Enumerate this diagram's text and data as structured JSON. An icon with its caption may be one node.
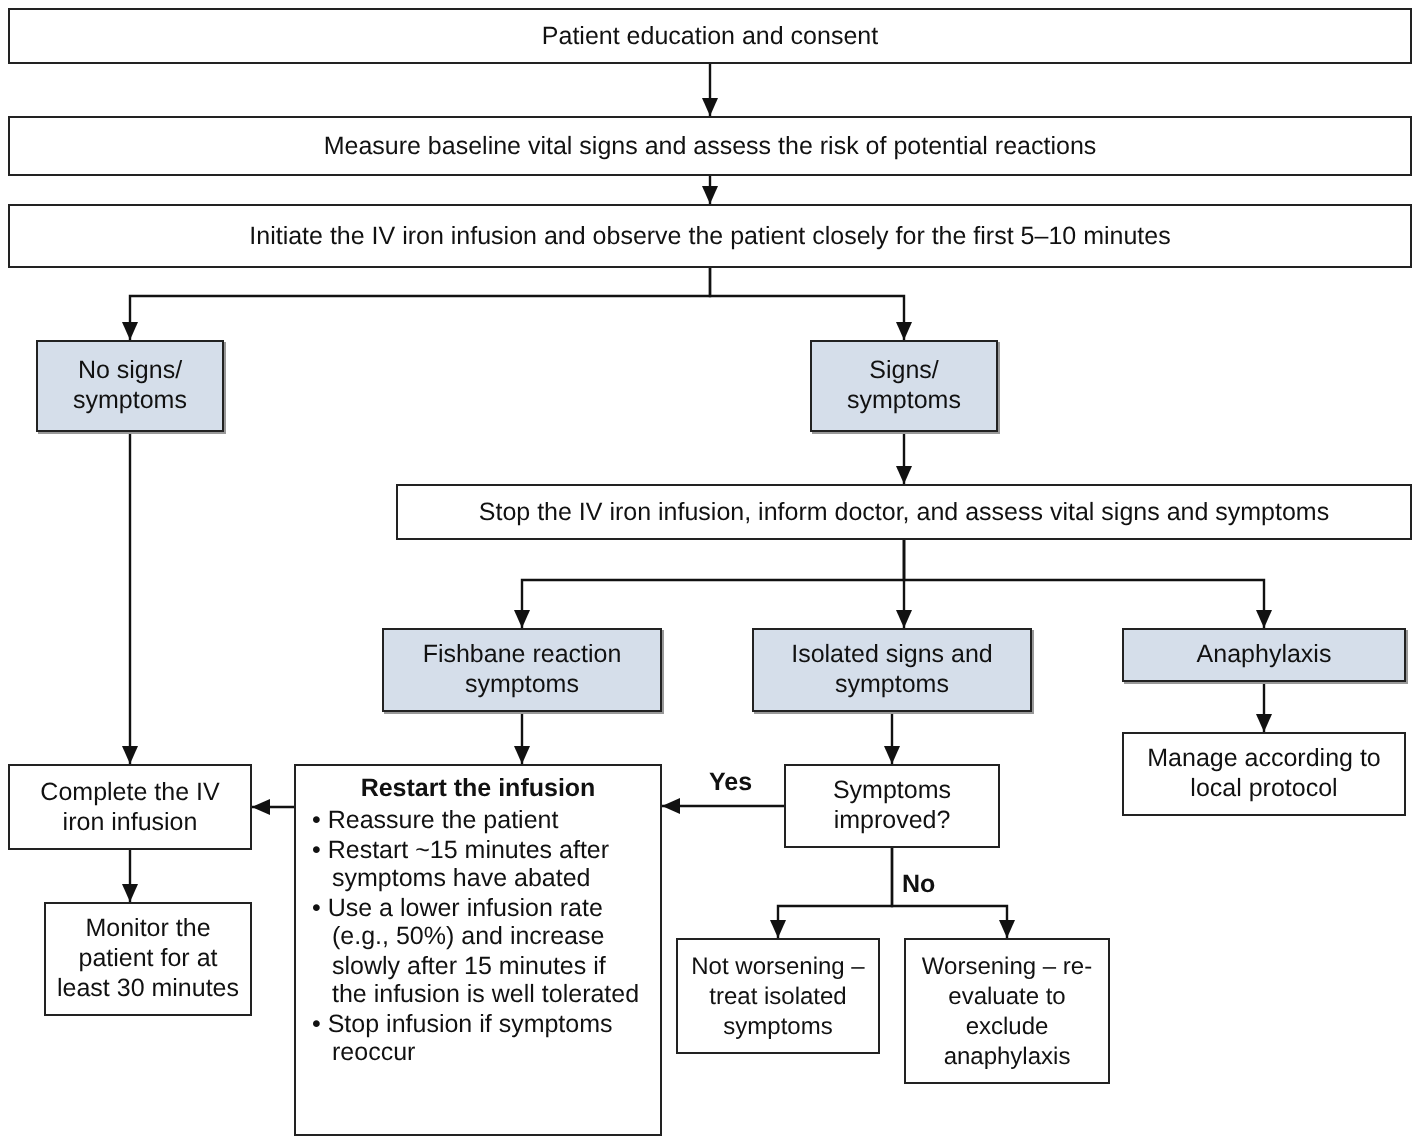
{
  "diagram": {
    "nodes": [
      {
        "text": [
          "Patient education and consent"
        ]
      },
      {
        "text": [
          "Measure baseline vital signs and assess the risk of potential reactions"
        ]
      },
      {
        "text": [
          "Initiate the IV iron infusion and observe the patient closely for the first 5–10 minutes"
        ]
      },
      {
        "text": [
          "No signs/ symptoms"
        ]
      },
      {
        "text": [
          "Signs/ symptoms"
        ]
      },
      {
        "text": [
          "Stop the IV iron infusion, inform doctor, and assess vital signs and symptoms"
        ]
      },
      {
        "text": [
          "Fishbane reaction symptoms"
        ]
      },
      {
        "text": [
          "Isolated signs and symptoms"
        ]
      },
      {
        "text": [
          "Anaphylaxis"
        ]
      },
      {
        "text": [
          "Complete the IV iron infusion"
        ]
      },
      {
        "text": [
          "Restart the infusion",
          "• Reassure the patient",
          "• Restart ~15 minutes after symptoms have abated",
          "• Use a lower infusion rate (e.g., 50%) and increase slowly after 15 minutes if the infusion is well tolerated",
          "• Stop infusion if symptoms reoccur"
        ]
      },
      {
        "text": [
          "Symptoms improved?"
        ]
      },
      {
        "text": [
          "Manage according to local protocol"
        ]
      },
      {
        "text": [
          "Monitor the patient for at least 30 minutes"
        ]
      },
      {
        "text": [
          "Not worsening – treat isolated symptoms"
        ]
      },
      {
        "text": [
          "Worsening – re-evaluate to exclude anaphylaxis"
        ]
      }
    ],
    "edges": [
      {
        "from": 0,
        "to": 1,
        "arrow": "to"
      },
      {
        "from": 1,
        "to": 2,
        "arrow": "to"
      },
      {
        "from": 2,
        "to": 3,
        "arrow": "to"
      },
      {
        "from": 2,
        "to": 4,
        "arrow": "to"
      },
      {
        "from": 4,
        "to": 5,
        "arrow": "to"
      },
      {
        "from": 5,
        "to": 6,
        "arrow": "to"
      },
      {
        "from": 5,
        "to": 7,
        "arrow": "to"
      },
      {
        "from": 5,
        "to": 8,
        "arrow": "to"
      },
      {
        "from": 3,
        "to": 9,
        "arrow": "to"
      },
      {
        "from": 6,
        "to": 10,
        "arrow": "to"
      },
      {
        "from": 7,
        "to": 11,
        "arrow": "to"
      },
      {
        "from": 8,
        "to": 12,
        "arrow": "to"
      },
      {
        "from": 11,
        "to": 10,
        "arrow": "to",
        "label": "Yes"
      },
      {
        "from": 10,
        "to": 9,
        "arrow": "to"
      },
      {
        "from": 9,
        "to": 13,
        "arrow": "to"
      },
      {
        "from": 11,
        "to": 14,
        "arrow": "to",
        "label": "No"
      },
      {
        "from": 11,
        "to": 15,
        "arrow": "to"
      }
    ]
  }
}
